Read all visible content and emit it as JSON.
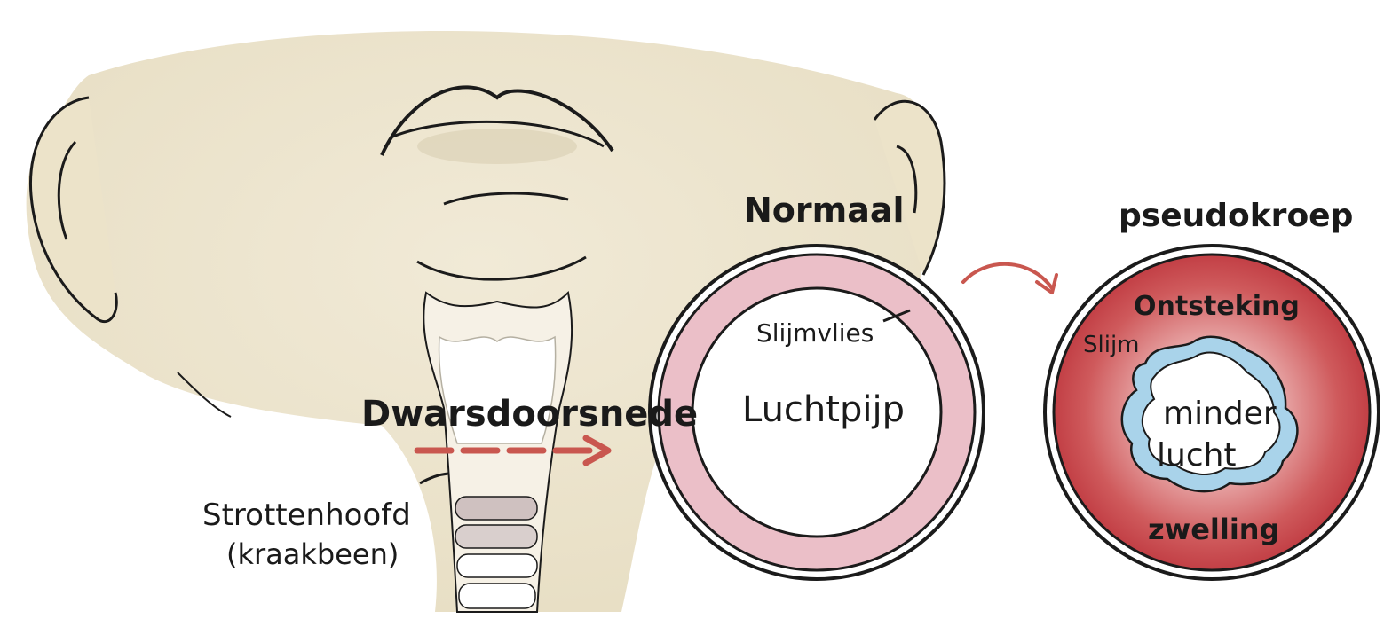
{
  "colors": {
    "skin": "#ede5cf",
    "outline": "#1b1b1b",
    "mucosa": "#e9bcc6",
    "inflamed": "#c9434a",
    "mucus": "#a9d3ea",
    "arrow": "#c9574f"
  },
  "labels": {
    "cross_section": "Dwarsdoorsnede",
    "larynx_line1": "Strottenhoofd",
    "larynx_line2": "(kraakbeen)",
    "normal_title": "Normaal",
    "mucosa": "Slijmvlies",
    "trachea": "Luchtpijp",
    "croup_title": "pseudokroep",
    "inflammation": "Ontsteking",
    "mucus": "Slijm",
    "less_air_line1": "minder",
    "less_air_line2": "lucht",
    "swelling": "zwelling"
  }
}
